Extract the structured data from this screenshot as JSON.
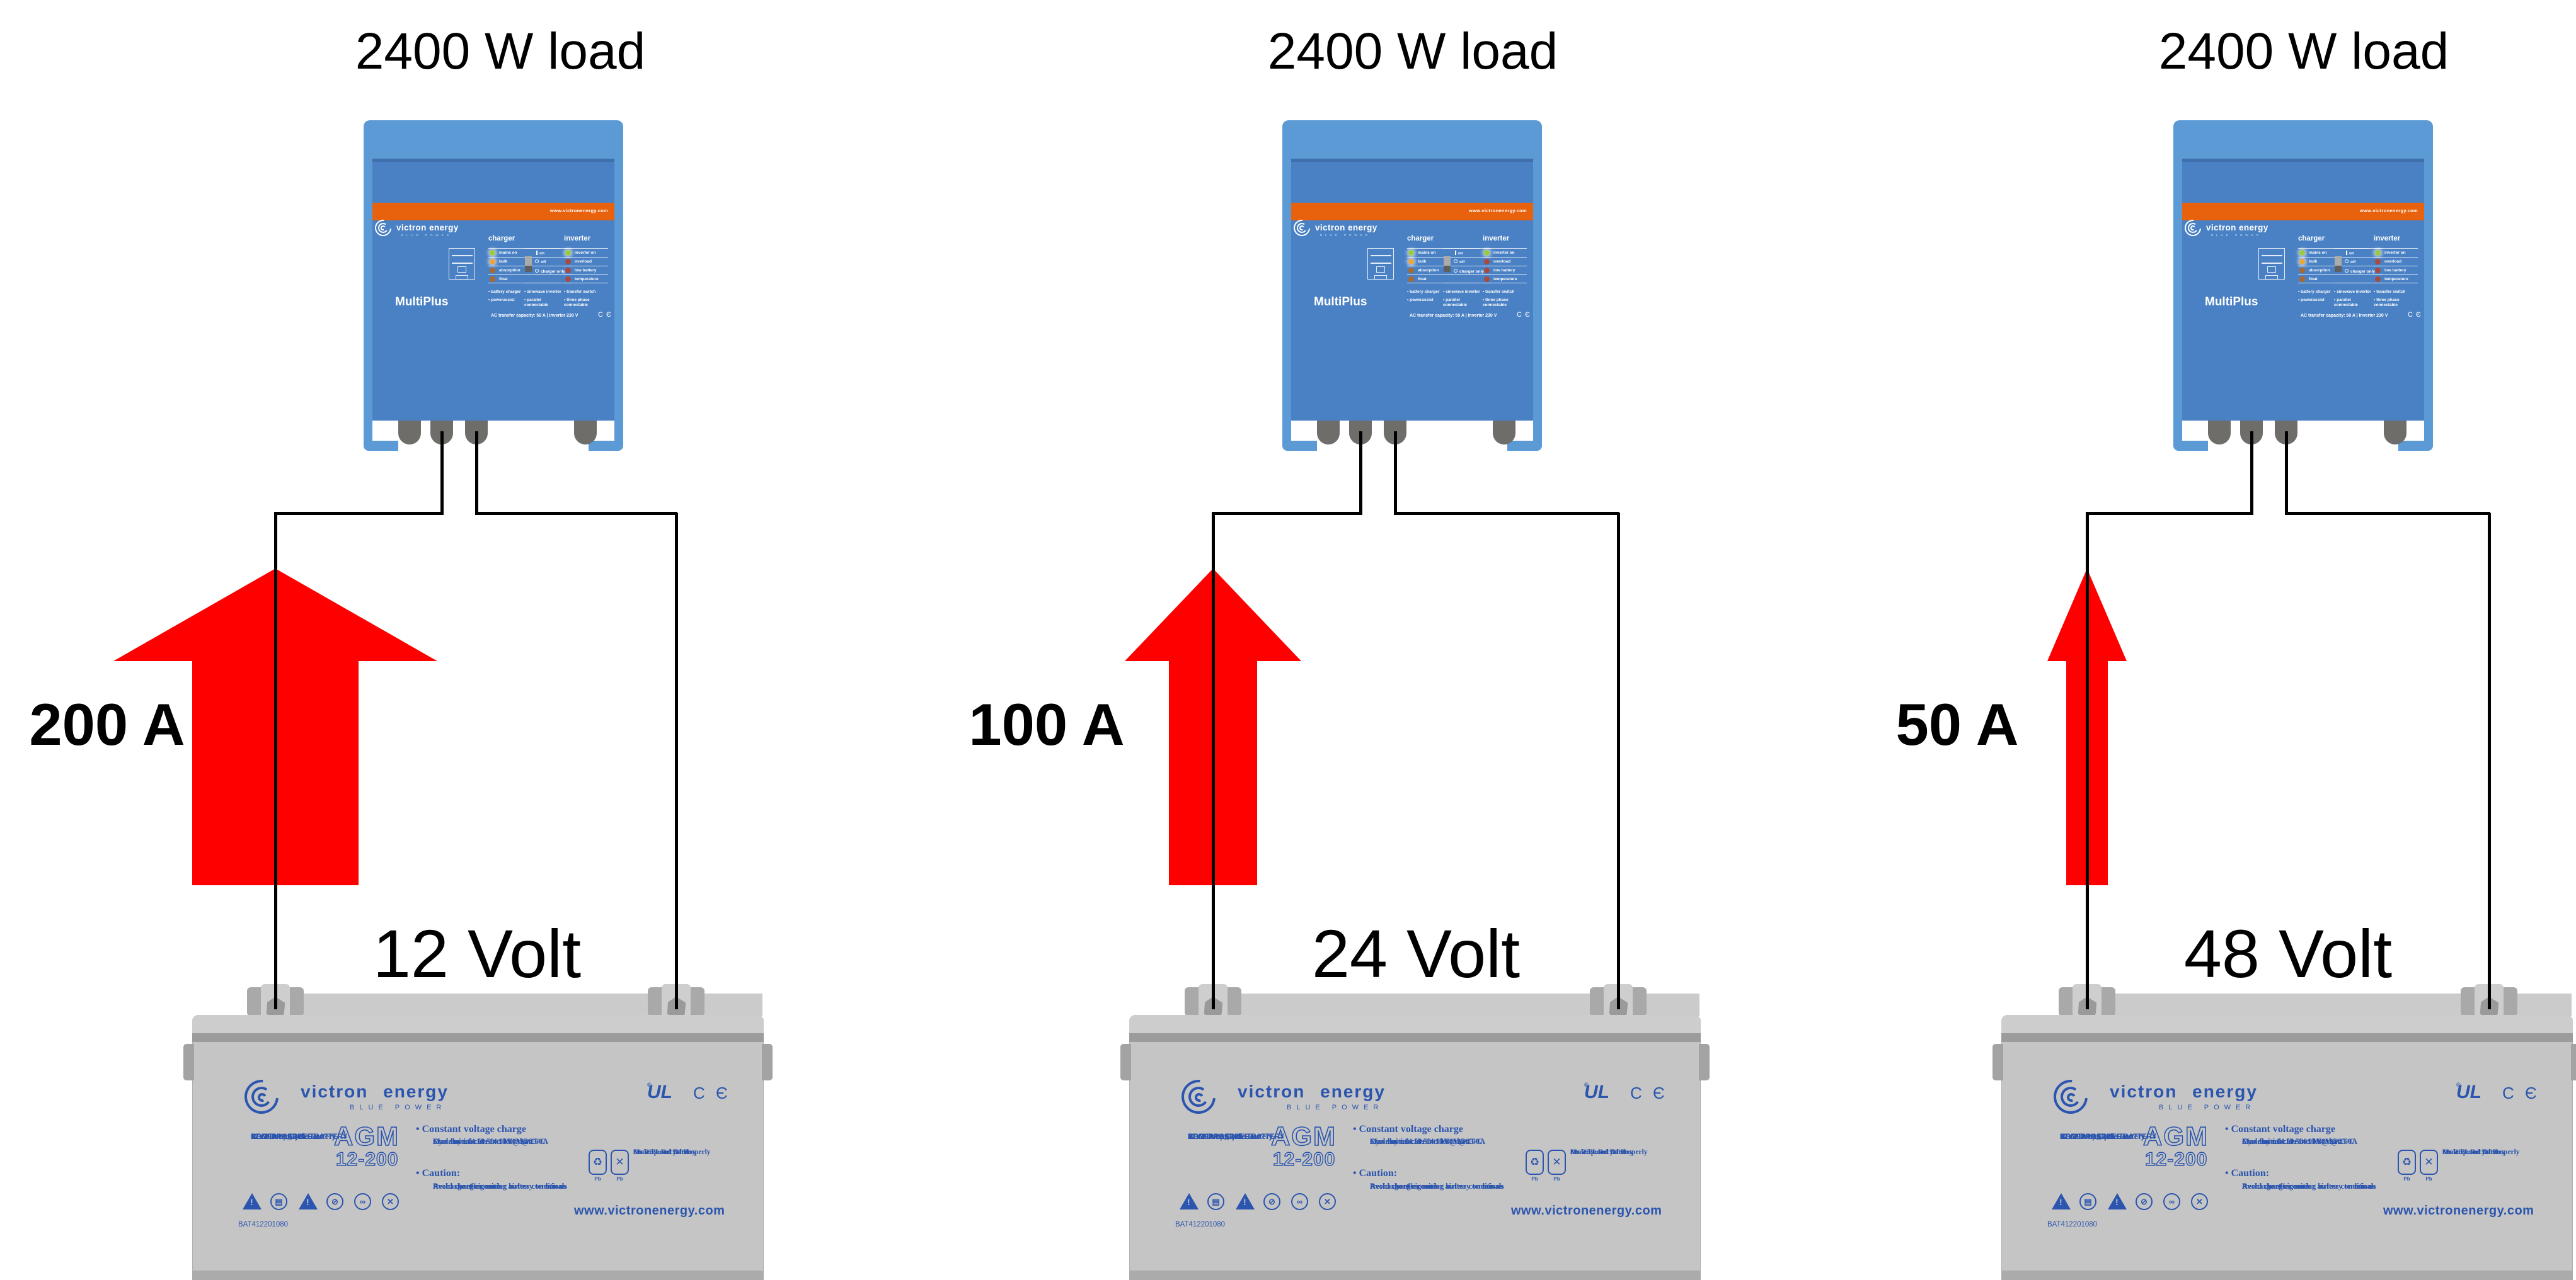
{
  "shared": {
    "inverter": {
      "brand": "victron energy",
      "brand_sub": "BLUE POWER",
      "stripe_url": "www.victronenergy.com",
      "model": "MultiPlus",
      "charger_heading": "charger",
      "charger_leds": [
        "mains on",
        "bulk",
        "absorption",
        "float"
      ],
      "switch_labels": [
        "on",
        "off",
        "charger only"
      ],
      "inverter_heading": "inverter",
      "inverter_leds": [
        "inverter on",
        "overload",
        "low battery",
        "temperature"
      ],
      "features_col1": [
        "battery charger",
        "powerassist"
      ],
      "features_col2": [
        "sinewave inverter",
        "parallel connectable"
      ],
      "features_col3": [
        "transfer switch",
        "three phase connectable"
      ],
      "spec_line": "AC transfer capacity: 50 A  |  Inverter 230 V",
      "ce_mark": "C Є",
      "led_colors": {
        "green": "#9ccb3e",
        "amber": "#f0a43c",
        "dim_orange": "#aa6a2e",
        "dim_red": "#a84a40"
      }
    },
    "battery": {
      "brand": "victron energy",
      "brand_sub": "BLUE POWER",
      "specs": [
        "12V200AH@10h Rate",
        "AGM Deep Cycle Battery",
        "RECHARGEABLE BATTERY",
        "NONSPILLABLE"
      ],
      "model_type": "AGM",
      "model_code": "12-200",
      "charge_heading": "Constant voltage charge",
      "charge_lines": [
        "Standby use:13.50~13.80V@25°C",
        "Cycle    use:14.50~14.90V@25°C",
        "Max. initial current: less than 60A"
      ],
      "caution_heading": "Caution:",
      "caution_lines": [
        "Avoid short-circuiting battery terminals",
        "Avoid charging under airless conditions",
        "Recharge  after use"
      ],
      "part_number": "BAT412201080",
      "recycle_note": [
        "Sealed Lead Battery",
        "Must Be Recycled",
        "Or Disposed Of Properly"
      ],
      "pb": "Pb",
      "url": "www.victronenergy.com",
      "ul_mark": "UL",
      "ce_mark": "C Є",
      "warning_icons": [
        "sparks-hazard",
        "read-manual",
        "acid-hazard",
        "no-open-flames",
        "wear-eye-protection",
        "keep-away-children"
      ],
      "recycle_icons": [
        "recycle",
        "no-trash-disposal"
      ]
    },
    "colors": {
      "arrow_red": "#fe0000",
      "wire_black": "#000000",
      "inverter_frame_blue": "#5b9ad5",
      "inverter_panel_blue": "#4a81c4",
      "orange_stripe": "#e8610c",
      "battery_gray": "#c5c5c5",
      "label_blue": "#2b55ae"
    }
  },
  "columns": [
    {
      "load_label": "2400 W load",
      "current_label": "200 A",
      "current_amps": 200,
      "voltage_label": "12 Volt",
      "voltage_volts": 12
    },
    {
      "load_label": "2400 W load",
      "current_label": "100 A",
      "current_amps": 100,
      "voltage_label": "24 Volt",
      "voltage_volts": 24
    },
    {
      "load_label": "2400 W load",
      "current_label": "50 A",
      "current_amps": 50,
      "voltage_label": "48 Volt",
      "voltage_volts": 48
    }
  ]
}
